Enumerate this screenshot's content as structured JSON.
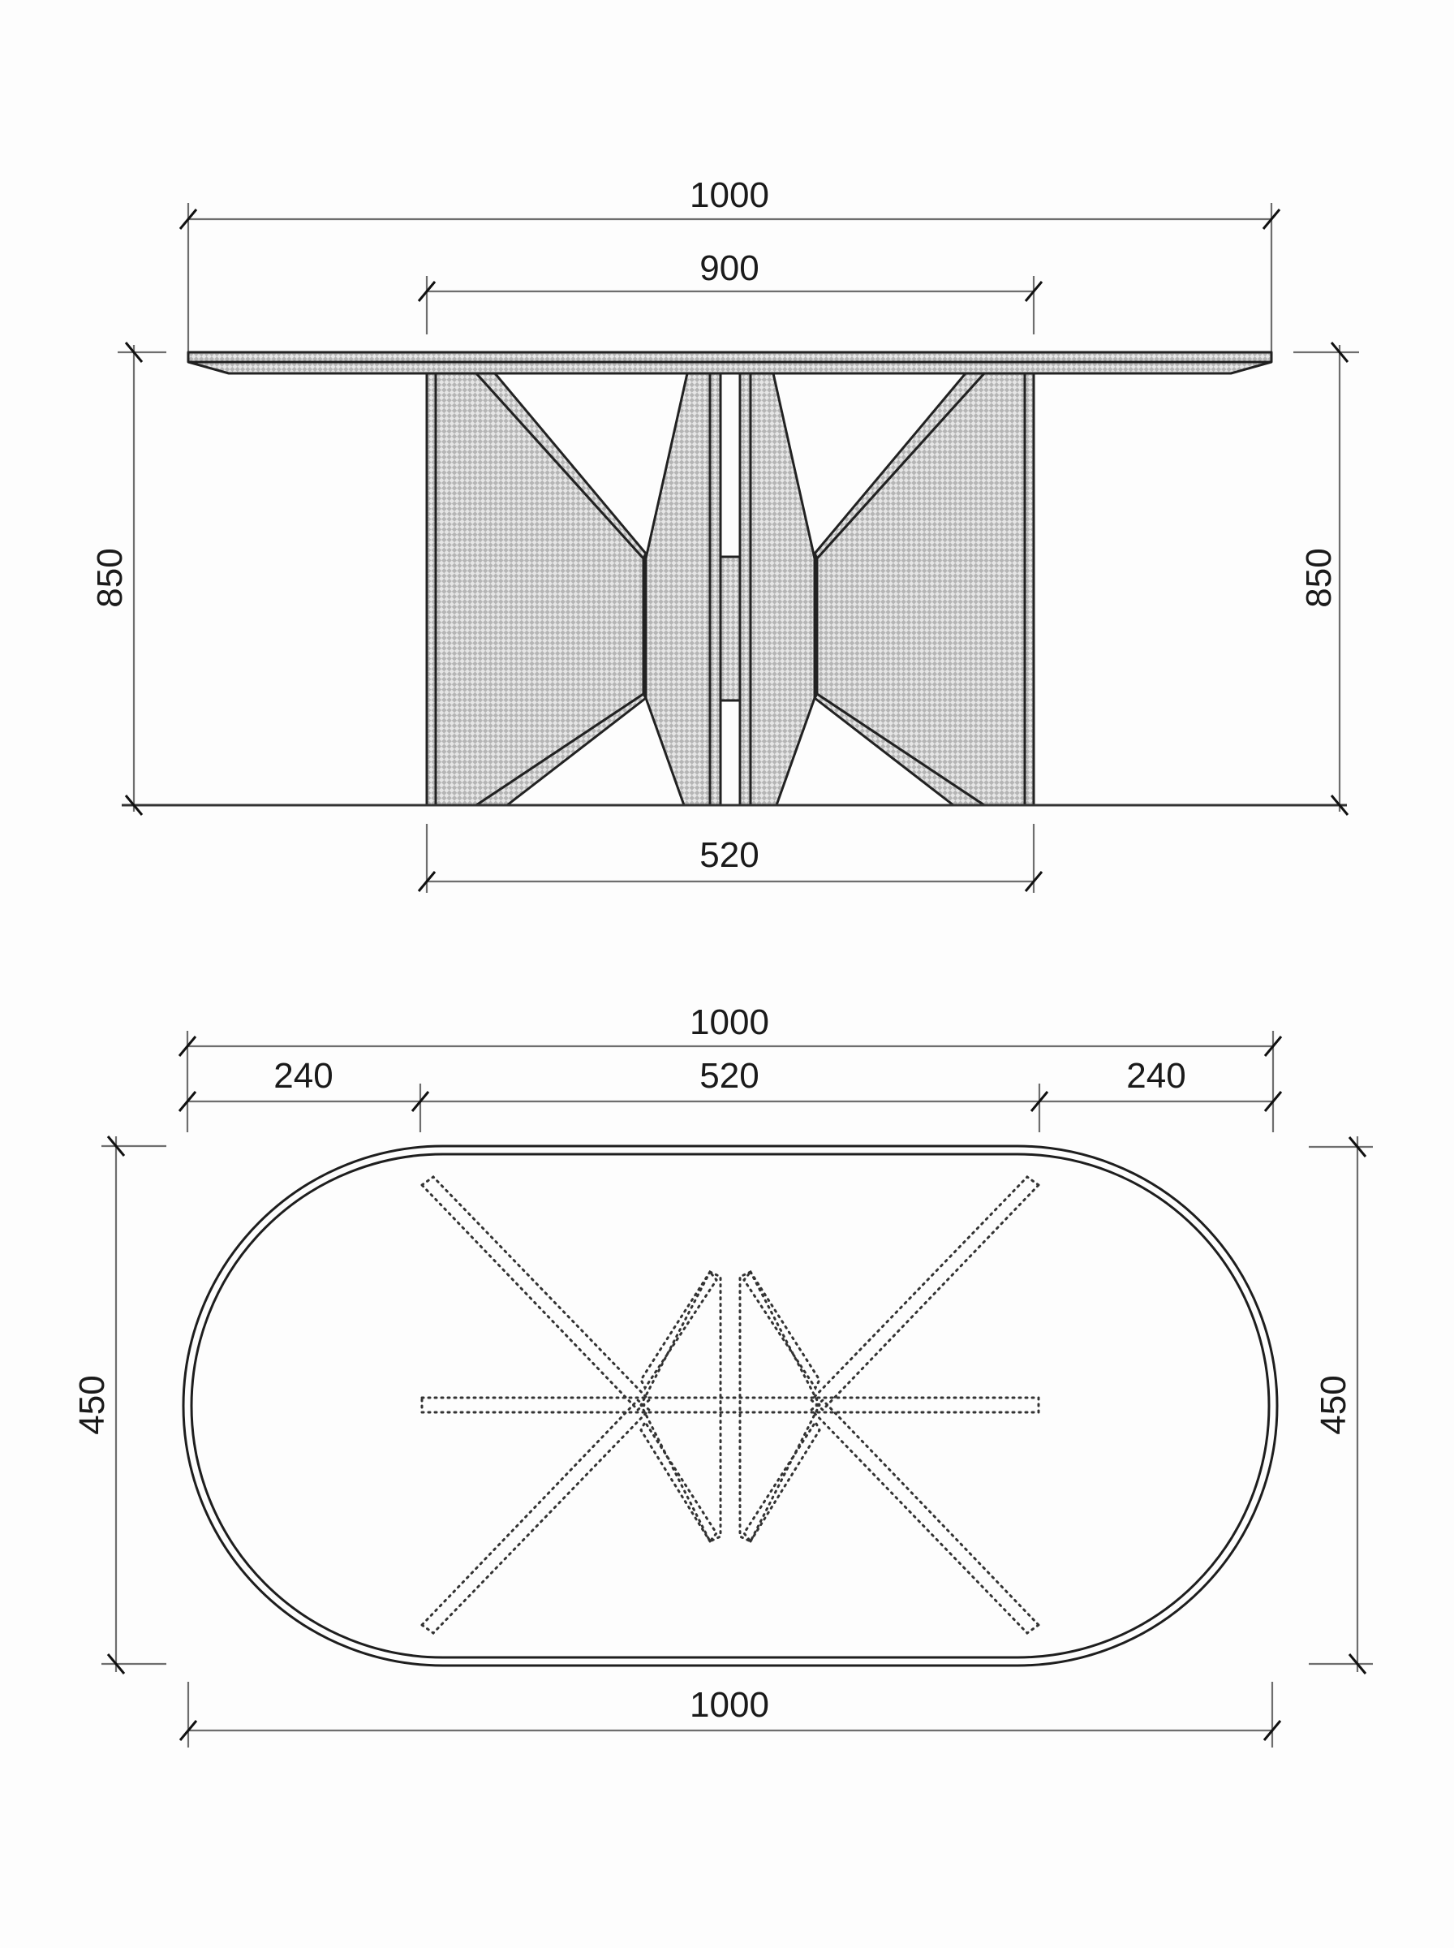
{
  "elevation": {
    "dims": {
      "overall_width": "1000",
      "apron_width": "900",
      "height_left": "850",
      "height_right": "850",
      "base_width": "520"
    }
  },
  "plan": {
    "dims": {
      "overall_width_top": "1000",
      "overhang_left": "240",
      "base_span": "520",
      "overhang_right": "240",
      "depth_left": "450",
      "depth_right": "450",
      "overall_width_bottom": "1000"
    }
  },
  "colors": {
    "line": "#1e1e1e",
    "dimension_line": "#6e6e6e",
    "hatch": "#b8b8b8",
    "background": "#fdfdfd"
  }
}
